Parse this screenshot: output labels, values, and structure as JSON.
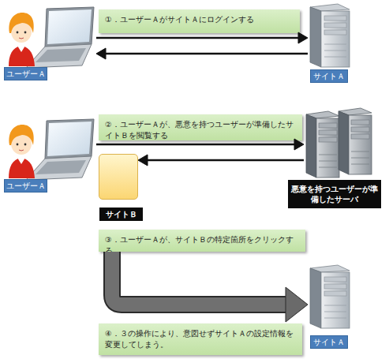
{
  "diagram": {
    "nodes": [
      {
        "text": [
          "ユーザーＡ"
        ]
      },
      {
        "text": [
          "①．ユーザーＡがサイトＡにログインする"
        ]
      },
      {
        "text": [
          "サイトＡ"
        ]
      },
      {
        "text": [
          "ユーザーＡ"
        ]
      },
      {
        "text": [
          "②．ユーザーＡが、悪意を持つユーザーが準備したサイトＢを閲覧する"
        ]
      },
      {
        "text": [
          "悪意を持つユーザーが準備したサーバ"
        ]
      },
      {
        "text": [
          "サイトＢ"
        ]
      },
      {
        "text": [
          "③．ユーザーＡが、サイトＢの特定箇所をクリックする。"
        ]
      },
      {
        "text": [
          "サイトＡ"
        ]
      },
      {
        "text": [
          "④．３の操作により、意図せずサイトＡの設定情報を変更してしまう。"
        ]
      }
    ],
    "edges": [
      {
        "from": 0,
        "to": 2,
        "arrow": "to"
      },
      {
        "from": 2,
        "to": 0,
        "arrow": "to"
      },
      {
        "from": 3,
        "to": 5,
        "arrow": "to"
      },
      {
        "from": 5,
        "to": 6,
        "arrow": "to"
      },
      {
        "from": 7,
        "to": 8,
        "arrow": "to"
      }
    ]
  }
}
